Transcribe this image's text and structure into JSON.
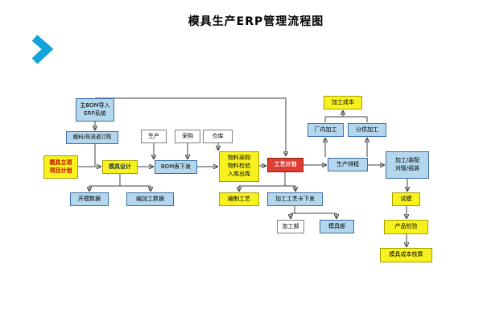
{
  "title": "模具生产ERP管理流程图",
  "colors": {
    "yellow-box": "#f7f11e",
    "blue-box": "#b3d8ed",
    "red-box": "#e03c31",
    "white-box": "#ffffff",
    "box-border-blue": "#3a6ea5",
    "box-border-yellow": "#a8a000",
    "chevron-blue": "#15a3dc"
  },
  "nodes": {
    "bom_import": "主BOM导入\nERP系统",
    "material_order": "模料/热流道订购",
    "production": "生产",
    "purchase": "采购",
    "warehouse": "仓库",
    "project": "模具立项\n项目计划",
    "design": "模具设计",
    "bom_issue": "BOM表下发",
    "material": "物料采购\n物料检验\n入库出库",
    "process_plan": "工艺计划",
    "scheduling": "生产排程",
    "assembly": "加工/装配\n对版/组装",
    "mold_data": "开模数据",
    "machining_data": "编加工数据",
    "process_make": "编制工艺",
    "card_issue": "加工工艺卡下发",
    "machining_dept": "加工部",
    "mold_dept": "模具部",
    "cost": "加工成本",
    "inhouse": "厂内加工",
    "outsource": "分供加工",
    "trial": "试模",
    "inspection": "产品检验",
    "cost_final": "模具成本核算"
  }
}
